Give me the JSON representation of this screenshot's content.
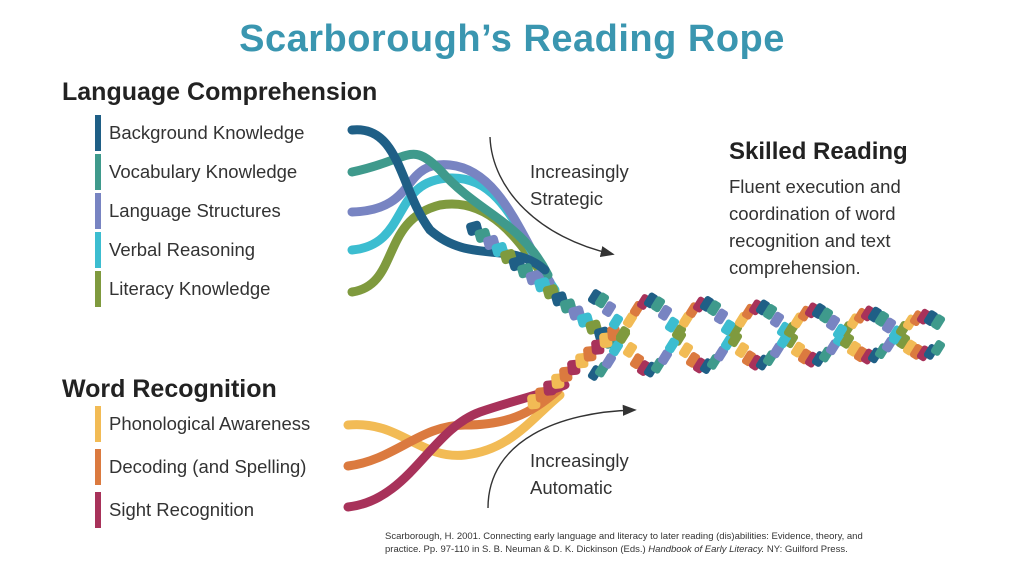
{
  "title": "Scarborough’s Reading Rope",
  "language_comprehension": {
    "heading": "Language Comprehension",
    "items": [
      {
        "label": "Background Knowledge",
        "color": "#1f5f86"
      },
      {
        "label": "Vocabulary Knowledge",
        "color": "#3f9a8c"
      },
      {
        "label": "Language Structures",
        "color": "#7884c2"
      },
      {
        "label": "Verbal Reasoning",
        "color": "#3cbdd0"
      },
      {
        "label": "Literacy Knowledge",
        "color": "#7f9a3e"
      }
    ]
  },
  "word_recognition": {
    "heading": "Word Recognition",
    "items": [
      {
        "label": "Phonological Awareness",
        "color": "#f2bb55"
      },
      {
        "label": "Decoding (and Spelling)",
        "color": "#db7a3f"
      },
      {
        "label": "Sight Recognition",
        "color": "#a8325a"
      }
    ]
  },
  "strategic": {
    "line1": "Increasingly",
    "line2": "Strategic"
  },
  "automatic": {
    "line1": "Increasingly",
    "line2": "Automatic"
  },
  "skilled_reading": {
    "title": "Skilled Reading",
    "lines": [
      "Fluent execution and",
      "coordination of word",
      "recognition and text",
      "comprehension."
    ]
  },
  "citation": {
    "line1": "Scarborough,  H. 2001.  Connecting early language and literacy to later reading (dis)abilities: Evidence, theory, and",
    "line2_prefix": "practice. Pp. 97-110 in S. B. Neuman & D. K. Dickinson (Eds.) ",
    "line2_title": "Handbook of Early Literacy.",
    "line2_suffix": " NY: Guilford Press."
  }
}
